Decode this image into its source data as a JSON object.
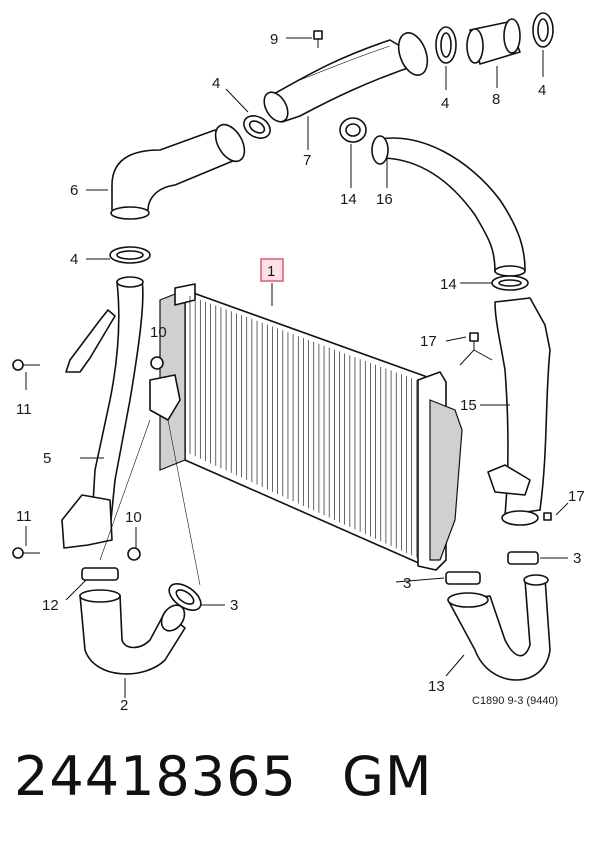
{
  "diagram": {
    "callouts": {
      "c1": "1",
      "c2": "2",
      "c3a": "3",
      "c3b": "3",
      "c3c": "3",
      "c4a": "4",
      "c4b": "4",
      "c4c": "4",
      "c4d": "4",
      "c5": "5",
      "c6": "6",
      "c7": "7",
      "c8": "8",
      "c9": "9",
      "c10a": "10",
      "c10b": "10",
      "c11a": "11",
      "c11b": "11",
      "c12": "12",
      "c13": "13",
      "c14a": "14",
      "c14b": "14",
      "c15": "15",
      "c16": "16",
      "c17a": "17",
      "c17b": "17"
    },
    "reference_code": "C1890 9-3 (9440)",
    "highlight_color": "#e05a6a"
  },
  "footer": {
    "part_number": "24418365",
    "manufacturer": "GM"
  }
}
